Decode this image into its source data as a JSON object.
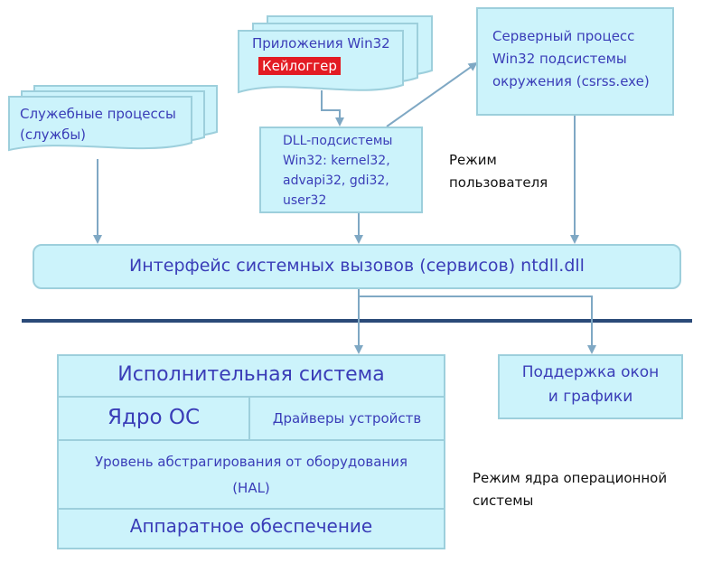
{
  "user_mode": {
    "win32_apps": {
      "title": "Приложения Win32",
      "highlight": "Кейлоггер"
    },
    "services": {
      "line1": "Служебные процессы",
      "line2": "(службы)"
    },
    "dll_subsystem": {
      "line1": "DLL-подсистемы",
      "line2": "Win32: kernel32,",
      "line3": "advapi32, gdi32,",
      "line4": "user32"
    },
    "csrss": {
      "line1": "Серверный процесс",
      "line2": "Win32 подсистемы",
      "line3": "окружения (csrss.exe)"
    },
    "mode_label_1": "Режим",
    "mode_label_2": "пользователя",
    "syscall_interface": "Интерфейс системных вызовов (сервисов) ntdll.dll"
  },
  "kernel_mode": {
    "executive": "Исполнительная система",
    "kernel": "Ядро ОС",
    "drivers": "Драйверы устройств",
    "hal_line1": "Уровень абстрагирования от оборудования",
    "hal_line2": "(HAL)",
    "hardware": "Аппаратное обеспечение",
    "window_graphics_line1": "Поддержка окон",
    "window_graphics_line2": "и графики",
    "mode_label_1": "Режим ядра операционной",
    "mode_label_2": "системы"
  },
  "colors": {
    "box_fill": "#ccf3fb",
    "box_border": "#9dcfdc",
    "text": "#3a3db8",
    "arrow": "#7fa8c4",
    "divider": "#2a4a78",
    "highlight": "#e31b23"
  }
}
